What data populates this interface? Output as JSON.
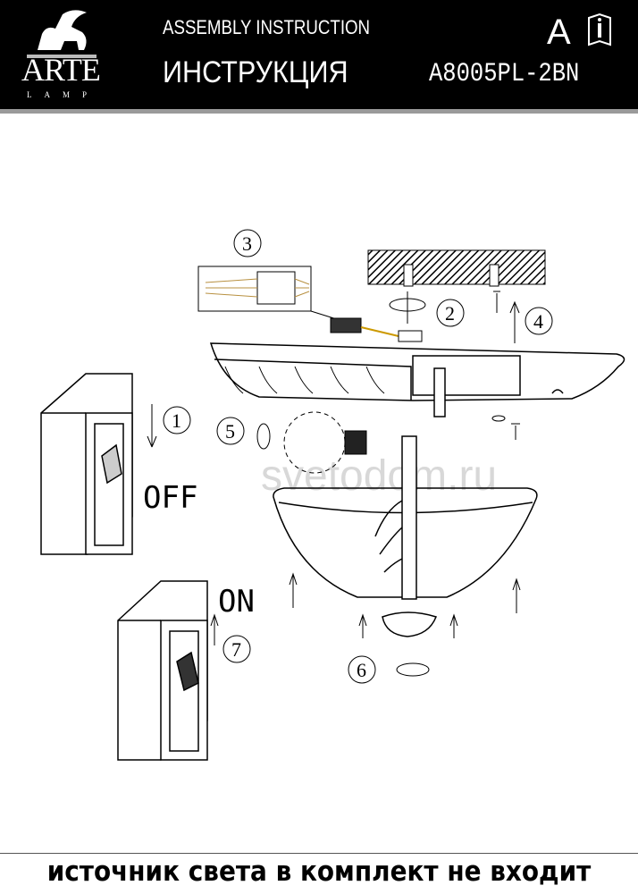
{
  "header": {
    "logo": {
      "brand": "ARTE",
      "sub": "LAMP"
    },
    "title_en": "ASSEMBLY INSTRUCTION",
    "title_ru": "ИНСТРУКЦИЯ",
    "model": "A8005PL-2BN",
    "language_badge": "A",
    "info_icon": "info-book-icon"
  },
  "diagram": {
    "steps": [
      "1",
      "2",
      "3",
      "4",
      "5",
      "6",
      "7"
    ],
    "switch_off_label": "OFF",
    "switch_on_label": "ON",
    "watermark": "svetodom.ru"
  },
  "footer": {
    "note": "источник света в комплект не входит"
  }
}
